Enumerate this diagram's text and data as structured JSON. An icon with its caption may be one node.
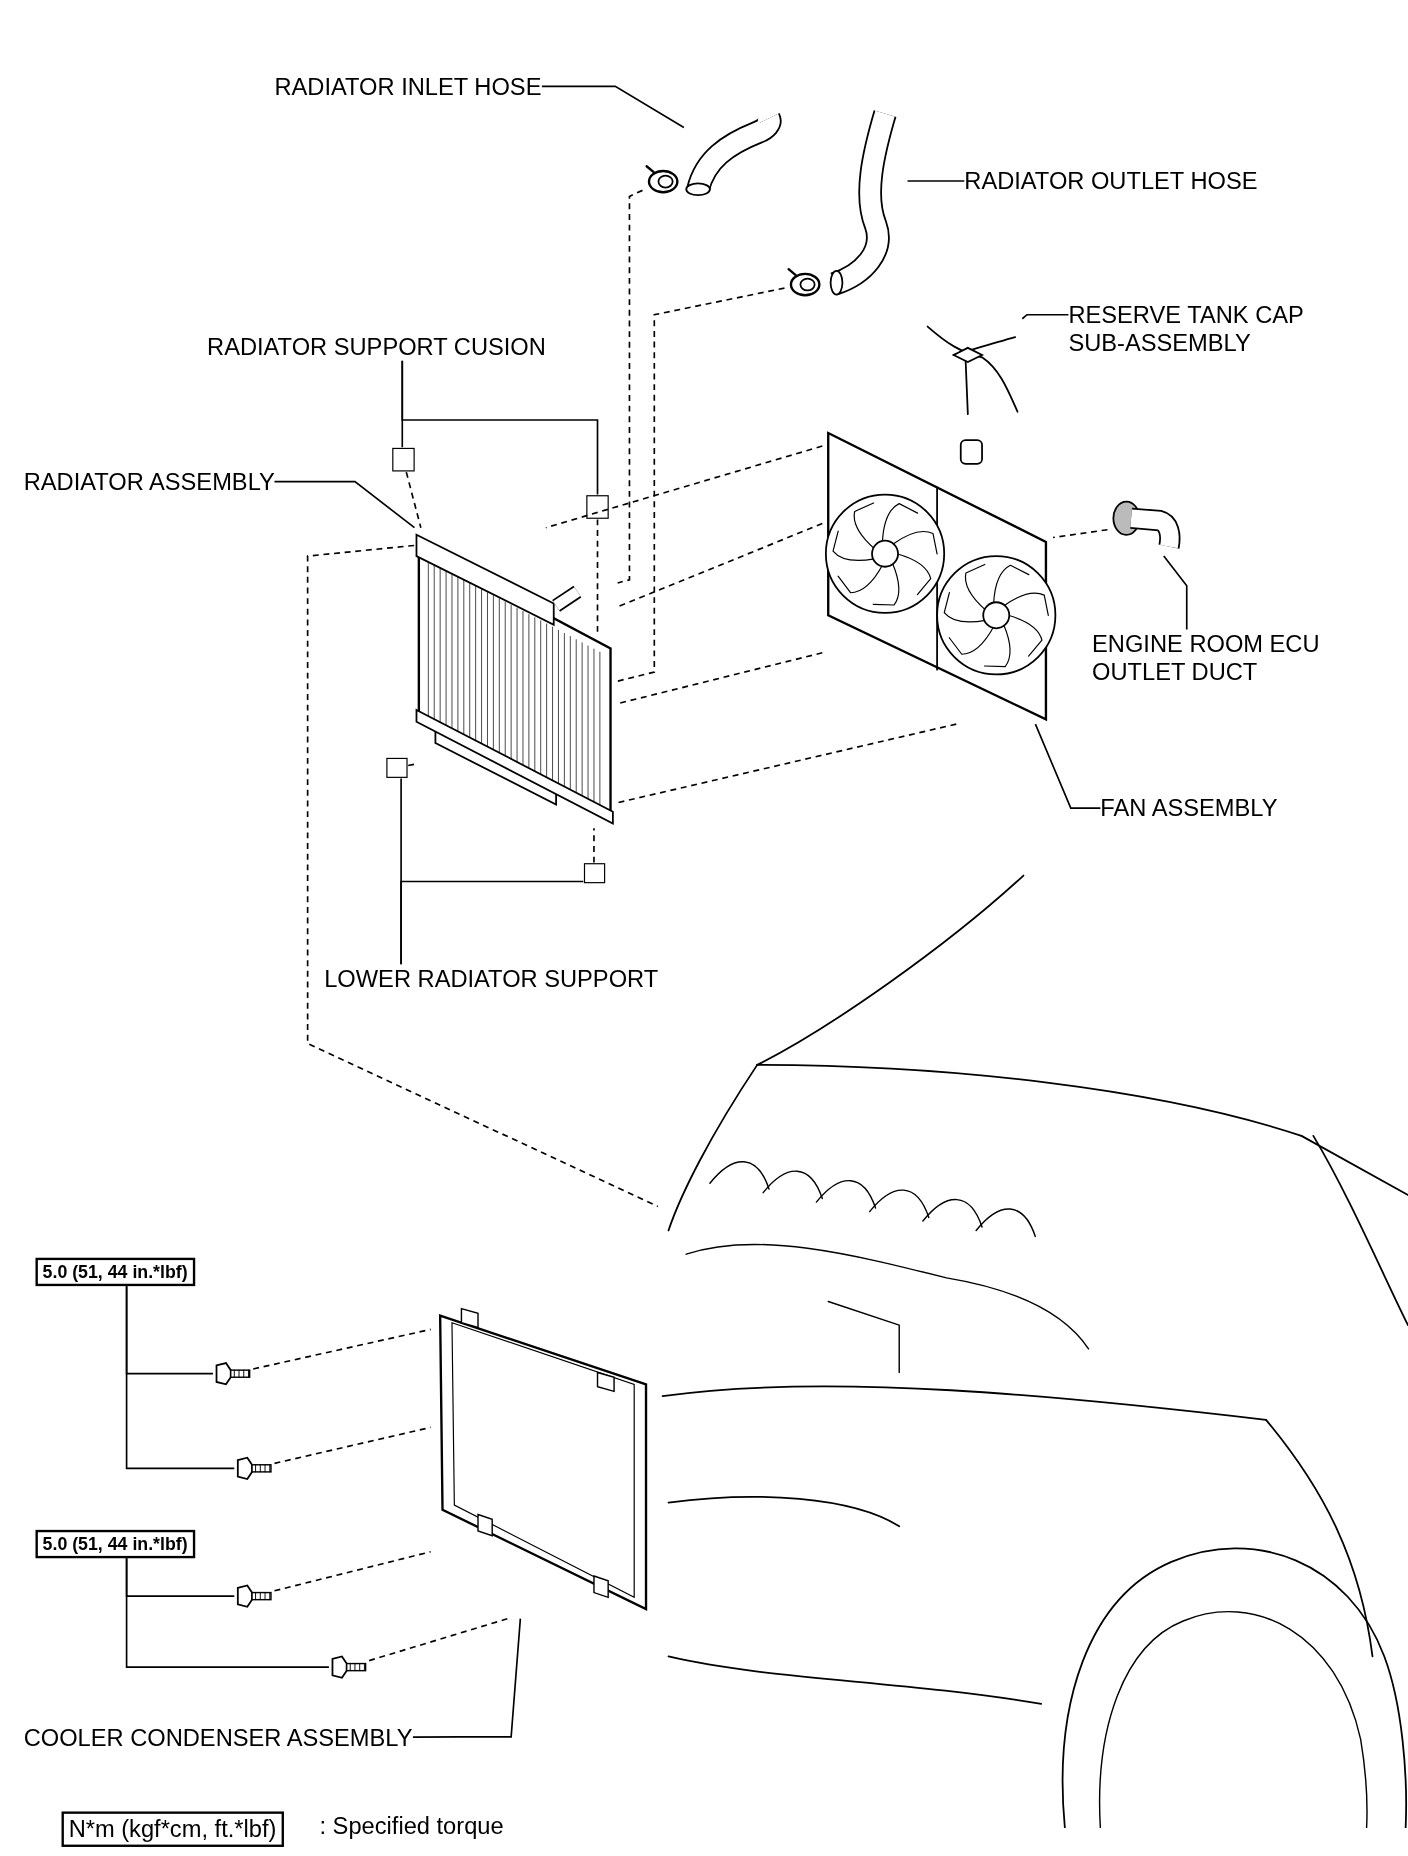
{
  "diagram": {
    "nodes": [
      {
        "text": [
          "RADIATOR INLET HOSE"
        ]
      },
      {
        "text": [],
        "shape": "picture"
      },
      {
        "text": [],
        "shape": "picture"
      },
      {
        "text": [
          "RADIATOR OUTLET HOSE"
        ]
      },
      {
        "text": [],
        "shape": "picture"
      },
      {
        "text": [],
        "shape": "picture"
      },
      {
        "text": [
          "RESERVE TANK CAP SUB-ASSEMBLY"
        ]
      },
      {
        "text": [],
        "shape": "picture"
      },
      {
        "text": [
          "RADIATOR SUPPORT CUSION"
        ]
      },
      {
        "text": [],
        "shape": "box"
      },
      {
        "text": [],
        "shape": "box"
      },
      {
        "text": [
          "RADIATOR ASSEMBLY"
        ]
      },
      {
        "text": [],
        "shape": "picture"
      },
      {
        "text": [],
        "shape": "picture"
      },
      {
        "text": [],
        "shape": "picture"
      },
      {
        "text": [
          "ENGINE ROOM ECU OUTLET DUCT"
        ]
      },
      {
        "text": [
          "FAN ASSEMBLY"
        ]
      },
      {
        "text": [
          "LOWER RADIATOR SUPPORT"
        ]
      },
      {
        "text": [],
        "shape": "box"
      },
      {
        "text": [],
        "shape": "box"
      },
      {
        "text": [],
        "shape": "picture"
      },
      {
        "text": [
          "5.0 (51, 44 in.*lbf)"
        ]
      },
      {
        "text": [],
        "shape": "picture"
      },
      {
        "text": [],
        "shape": "picture"
      },
      {
        "text": [
          "5.0 (51, 44 in.*lbf)"
        ]
      },
      {
        "text": [],
        "shape": "picture"
      },
      {
        "text": [],
        "shape": "picture"
      },
      {
        "text": [],
        "shape": "picture"
      },
      {
        "text": [
          "COOLER CONDENSER ASSEMBLY"
        ]
      }
    ],
    "edges": [
      {
        "from": 0,
        "to": 1,
        "arrow": "none"
      },
      {
        "from": 3,
        "to": 4,
        "arrow": "none"
      },
      {
        "from": 6,
        "to": 7,
        "arrow": "none"
      },
      {
        "from": 8,
        "to": 9,
        "arrow": "none"
      },
      {
        "from": 8,
        "to": 10,
        "arrow": "none"
      },
      {
        "from": 11,
        "to": 12,
        "arrow": "none"
      },
      {
        "from": 15,
        "to": 14,
        "arrow": "none"
      },
      {
        "from": 16,
        "to": 13,
        "arrow": "none"
      },
      {
        "from": 17,
        "to": 18,
        "arrow": "none"
      },
      {
        "from": 17,
        "to": 19,
        "arrow": "none"
      },
      {
        "from": 21,
        "to": 22,
        "arrow": "none"
      },
      {
        "from": 21,
        "to": 23,
        "arrow": "none"
      },
      {
        "from": 24,
        "to": 25,
        "arrow": "none"
      },
      {
        "from": 24,
        "to": 26,
        "arrow": "none"
      },
      {
        "from": 28,
        "to": 27,
        "arrow": "none"
      },
      {
        "from": 2,
        "to": 12,
        "arrow": "none",
        "style": "dashed"
      },
      {
        "from": 5,
        "to": 12,
        "arrow": "none",
        "style": "dashed"
      },
      {
        "from": 9,
        "to": 12,
        "arrow": "none",
        "style": "dashed"
      },
      {
        "from": 10,
        "to": 12,
        "arrow": "none",
        "style": "dashed"
      },
      {
        "from": 13,
        "to": 12,
        "arrow": "none",
        "style": "dashed"
      },
      {
        "from": 13,
        "to": 12,
        "arrow": "none",
        "style": "dashed"
      },
      {
        "from": 13,
        "to": 12,
        "arrow": "none",
        "style": "dashed"
      },
      {
        "from": 13,
        "to": 12,
        "arrow": "none",
        "style": "dashed"
      },
      {
        "from": 14,
        "to": 13,
        "arrow": "none",
        "style": "dashed"
      },
      {
        "from": 18,
        "to": 12,
        "arrow": "none",
        "style": "dashed"
      },
      {
        "from": 19,
        "to": 12,
        "arrow": "none",
        "style": "dashed"
      },
      {
        "from": 12,
        "to": 20,
        "arrow": "none",
        "style": "dashed"
      },
      {
        "from": 22,
        "to": 27,
        "arrow": "none",
        "style": "dashed"
      },
      {
        "from": 23,
        "to": 27,
        "arrow": "none",
        "style": "dashed"
      },
      {
        "from": 25,
        "to": 27,
        "arrow": "none",
        "style": "dashed"
      },
      {
        "from": 26,
        "to": 27,
        "arrow": "none",
        "style": "dashed"
      }
    ],
    "labels": [
      "N*m (kgf*cm, ft.*lbf)",
      ": Specified torque"
    ]
  }
}
